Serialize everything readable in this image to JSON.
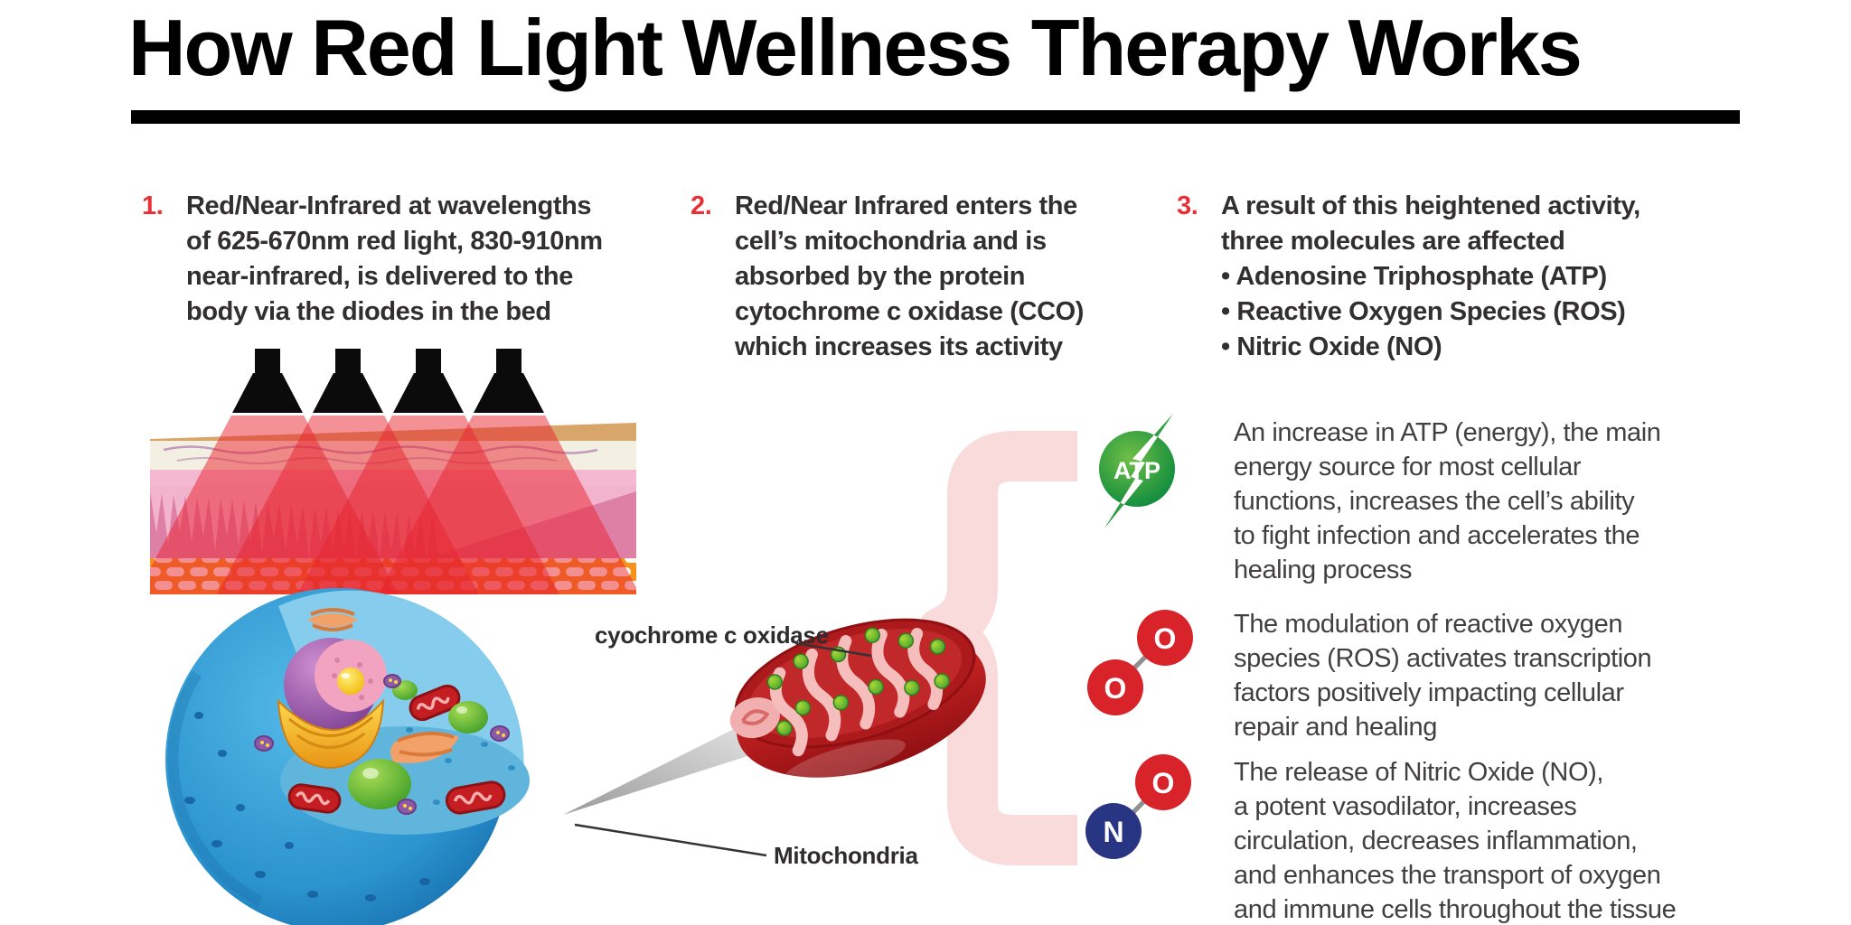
{
  "title": "How Red Light Wellness Therapy Works",
  "steps": [
    {
      "number": "1.",
      "text": "Red/Near-Infrared at wavelengths\nof 625-670nm red light, 830-910nm\nnear-infrared, is delivered to the\nbody via the diodes in the bed"
    },
    {
      "number": "2.",
      "text": "Red/Near Infrared enters the\ncell’s mitochondria and is\nabsorbed by the protein\ncytochrome c oxidase (CCO)\nwhich increases its activity"
    },
    {
      "number": "3.",
      "text": "A result of this heightened activity,\nthree molecules are affected\n• Adenosine Triphosphate (ATP)\n• Reactive Oxygen Species (ROS)\n• Nitric Oxide (NO)"
    }
  ],
  "labels": {
    "cco": "cyochrome c oxidase",
    "mitochondria": "Mitochondria"
  },
  "molecules": [
    {
      "icon": "atp-energy",
      "symbol": "ATP",
      "text": "An increase in ATP (energy), the main\nenergy source for most cellular\nfunctions, increases the cell’s ability\nto fight infection and accelerates the\nhealing process"
    },
    {
      "icon": "reactive-oxygen",
      "atoms": [
        "O",
        "O"
      ],
      "text": "The modulation of reactive oxygen\nspecies (ROS) activates transcription\nfactors positively impacting cellular\nrepair and healing"
    },
    {
      "icon": "nitric-oxide",
      "atoms": [
        "O",
        "N"
      ],
      "text": "The release of Nitric Oxide (NO),\na potent vasodilator, increases\ncirculation, decreases inflammation,\nand enhances the transport of oxygen\nand immune cells throughout the tissue"
    }
  ],
  "colors": {
    "accent_red": "#e73137",
    "text_dark": "#312f30",
    "brace_pink": "#fadbdb",
    "molecule_red": "#d8232a",
    "molecule_blue": "#283583",
    "atp_green": "#00833d",
    "bond_gray": "#909090",
    "beam_red": "#e8232d",
    "cell_blue": "#2388c6"
  }
}
